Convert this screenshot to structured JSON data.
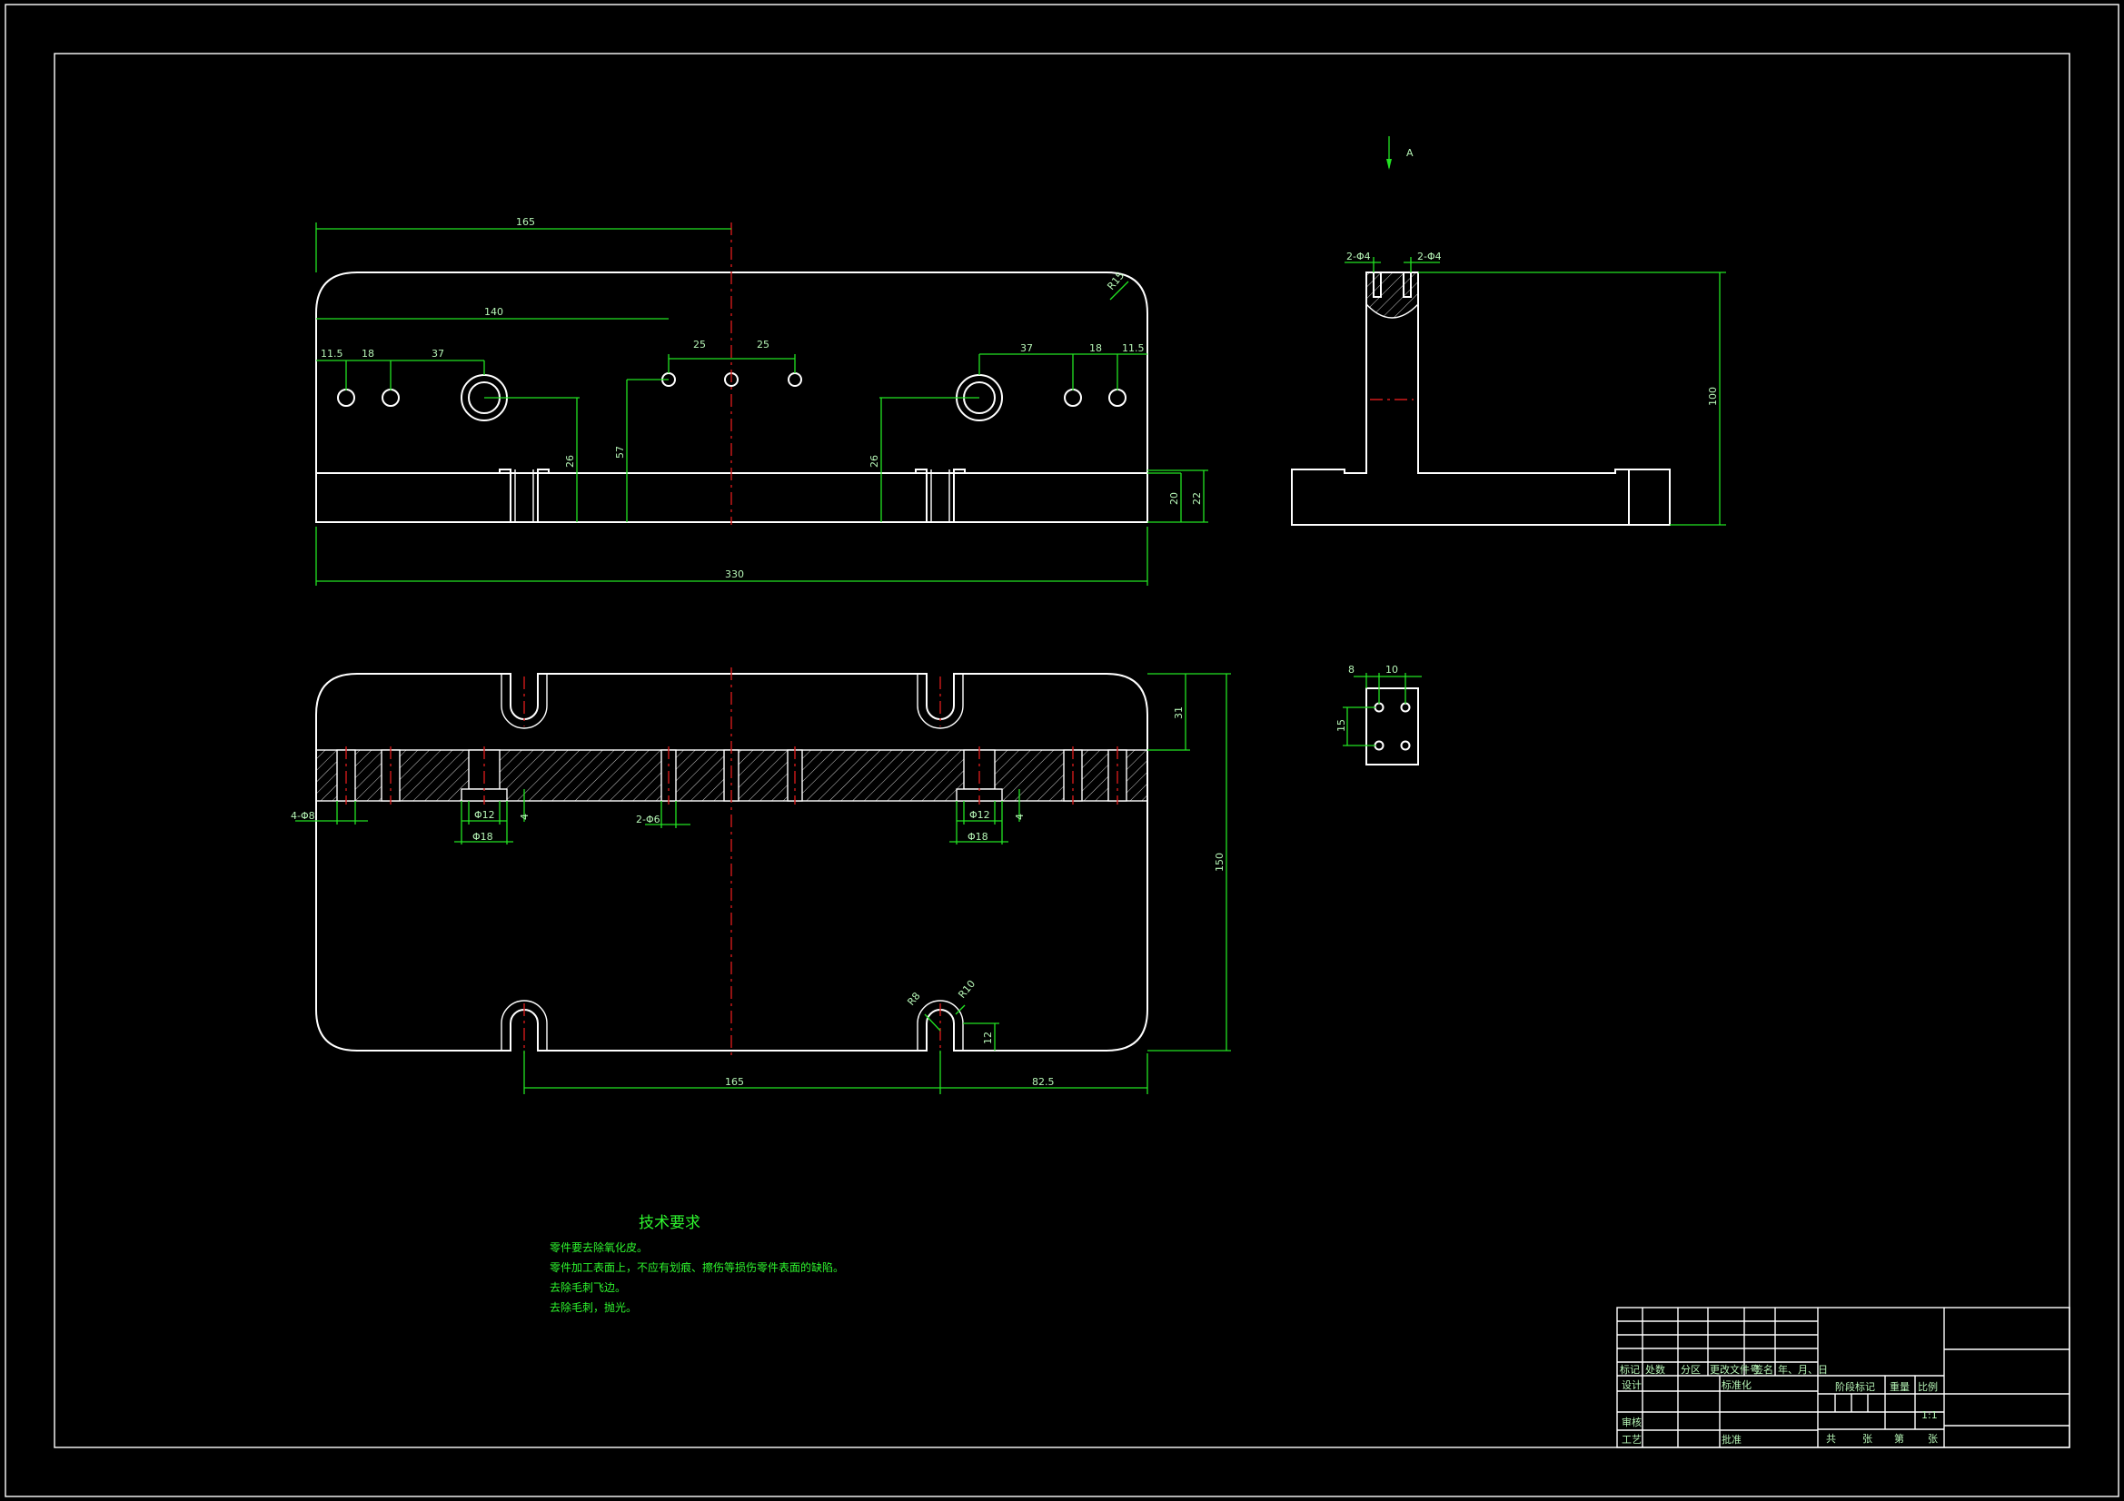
{
  "front_view": {
    "dims": {
      "d165_top": "165",
      "d140": "140",
      "d11_5_left": "11.5",
      "d18_left": "18",
      "d37_left": "37",
      "d25_left": "25",
      "d25_right": "25",
      "d37_right": "37",
      "d18_right": "18",
      "d11_5_right": "11.5",
      "r15": "R15",
      "d26_left": "26",
      "d57": "57",
      "d26_right": "26",
      "d20": "20",
      "d22": "22",
      "d330": "330"
    }
  },
  "side_view": {
    "view_marker": "A",
    "dims": {
      "phi4_left": "2-Φ4",
      "phi4_right": "2-Φ4",
      "d100": "100"
    }
  },
  "top_view": {
    "dims": {
      "phi8_holes": "4-Φ8",
      "phi12_left": "Φ12",
      "phi18_left": "Φ18",
      "d4_left": "4",
      "phi6_holes": "2-Φ6",
      "phi12_right": "Φ12",
      "phi18_right": "Φ18",
      "d4_right": "4",
      "d150": "150",
      "d31": "31",
      "r8": "R8",
      "r10": "R10",
      "d12": "12",
      "d165_bottom": "165",
      "d82_5": "82.5"
    }
  },
  "detail_view": {
    "dims": {
      "d8": "8",
      "d10": "10",
      "d15": "15"
    }
  },
  "tech_requirements": {
    "title": "技术要求",
    "items": [
      "零件要去除氧化皮。",
      "零件加工表面上，不应有划痕、擦伤等损伤零件表面的缺陷。",
      "去除毛刺飞边。",
      "去除毛刺，抛光。"
    ]
  },
  "title_block": {
    "row_labels": [
      "标记",
      "处数",
      "分区",
      "更改文件号",
      "签名",
      "年、月、日"
    ],
    "design": "设计",
    "standardization": "标准化",
    "stage_mark": "阶段标记",
    "weight": "重量",
    "scale_label": "比例",
    "scale_value": "1:1",
    "review": "审核",
    "process": "工艺",
    "approve": "批准",
    "sheets": [
      "共",
      "张",
      "第",
      "张"
    ]
  }
}
